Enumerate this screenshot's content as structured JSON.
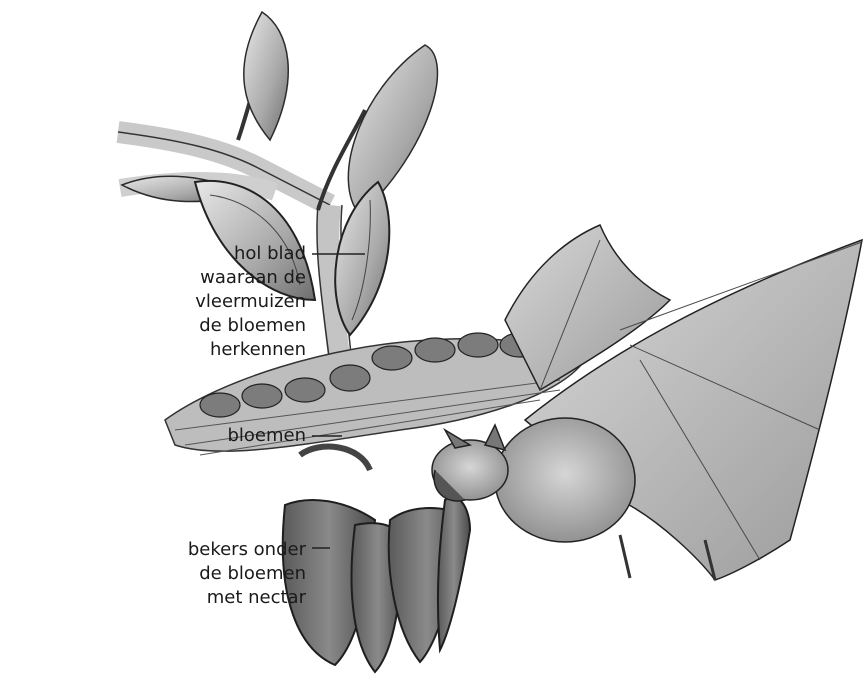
{
  "labels": {
    "hollow_leaf": [
      "hol blad",
      "waaraan de",
      "vleermuizen",
      "de bloemen",
      "herkennen"
    ],
    "flowers": [
      "bloemen"
    ],
    "cups": [
      "bekers onder",
      "de bloemen",
      "met nectar"
    ]
  }
}
